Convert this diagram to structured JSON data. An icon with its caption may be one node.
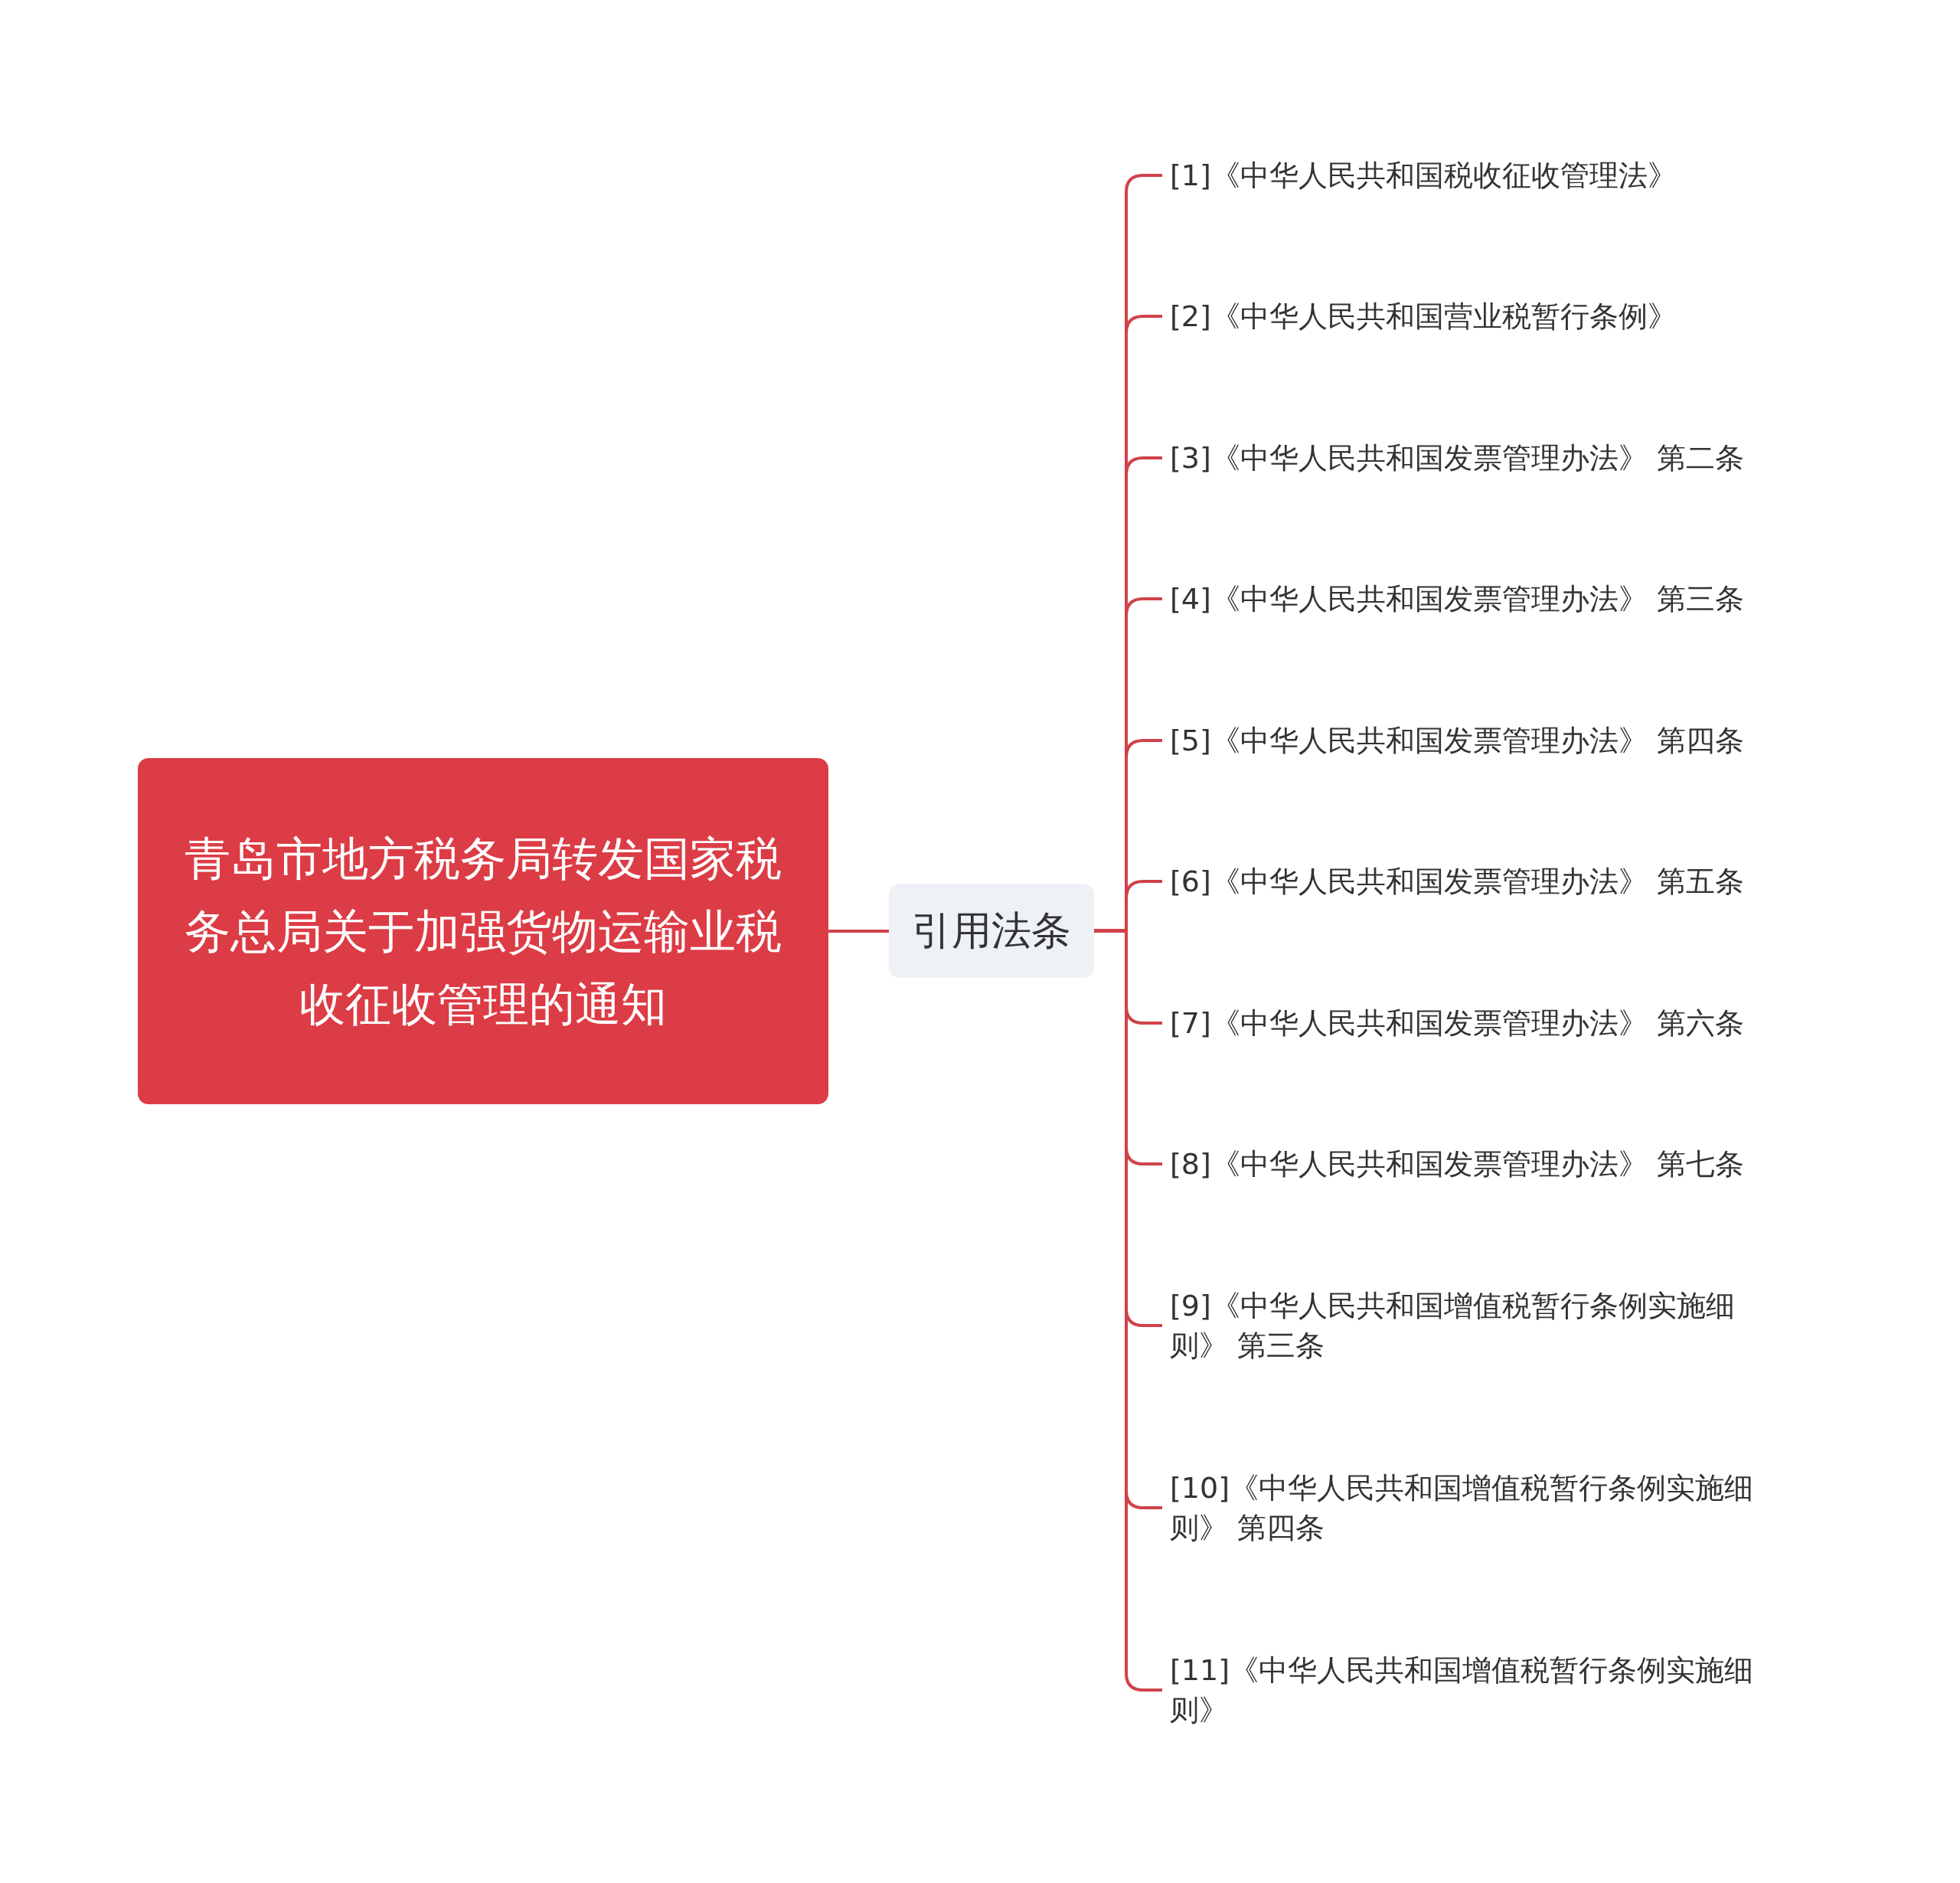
{
  "diagram": {
    "nodes": [
      {
        "text": [
          "青岛市地方税务局转发国家税务总局关于加强货物运输业税收征收管理的通知"
        ]
      },
      {
        "text": [
          "引用法条"
        ]
      },
      {
        "text": [
          "[1]《中华人民共和国税收征收管理法》"
        ]
      },
      {
        "text": [
          "[2]《中华人民共和国营业税暂行条例》"
        ]
      },
      {
        "text": [
          "[3]《中华人民共和国发票管理办法》 第二条"
        ]
      },
      {
        "text": [
          "[4]《中华人民共和国发票管理办法》 第三条"
        ]
      },
      {
        "text": [
          "[5]《中华人民共和国发票管理办法》 第四条"
        ]
      },
      {
        "text": [
          "[6]《中华人民共和国发票管理办法》 第五条"
        ]
      },
      {
        "text": [
          "[7]《中华人民共和国发票管理办法》 第六条"
        ]
      },
      {
        "text": [
          "[8]《中华人民共和国发票管理办法》 第七条"
        ]
      },
      {
        "text": [
          "[9]《中华人民共和国增值税暂行条例实施细则》 第三条"
        ]
      },
      {
        "text": [
          "[10]《中华人民共和国增值税暂行条例实施细则》 第四条"
        ]
      },
      {
        "text": [
          "[11]《中华人民共和国增值税暂行条例实施细则》"
        ]
      }
    ],
    "edges": [
      {
        "from": 0,
        "to": 1,
        "arrow": "none"
      },
      {
        "from": 1,
        "to": 2,
        "arrow": "none"
      },
      {
        "from": 1,
        "to": 3,
        "arrow": "none"
      },
      {
        "from": 1,
        "to": 4,
        "arrow": "none"
      },
      {
        "from": 1,
        "to": 5,
        "arrow": "none"
      },
      {
        "from": 1,
        "to": 6,
        "arrow": "none"
      },
      {
        "from": 1,
        "to": 7,
        "arrow": "none"
      },
      {
        "from": 1,
        "to": 8,
        "arrow": "none"
      },
      {
        "from": 1,
        "to": 9,
        "arrow": "none"
      },
      {
        "from": 1,
        "to": 10,
        "arrow": "none"
      },
      {
        "from": 1,
        "to": 11,
        "arrow": "none"
      },
      {
        "from": 1,
        "to": 12,
        "arrow": "none"
      }
    ]
  }
}
